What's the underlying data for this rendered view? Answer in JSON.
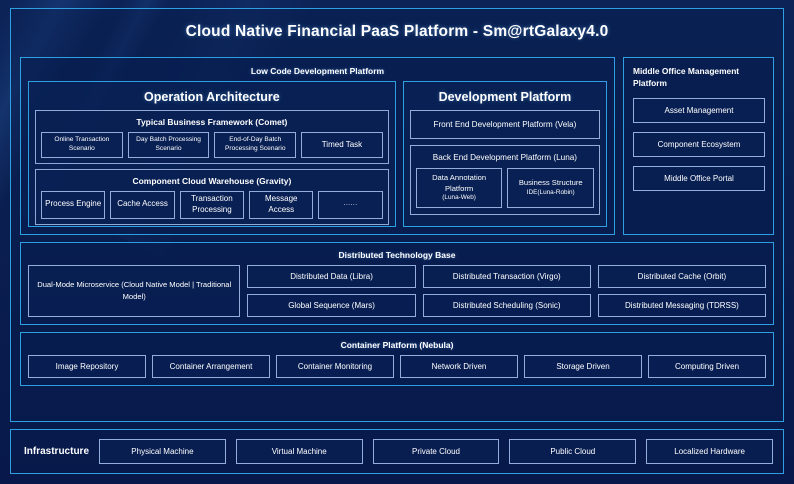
{
  "title": "Cloud Native Financial PaaS Platform - Sm@rtGalaxy4.0",
  "colors": {
    "frame_border": "#2e9fe0",
    "chip_border": "#93aedb",
    "background": "#0a1e4f",
    "text": "#ffffff"
  },
  "low_code": {
    "title": "Low Code Development Platform",
    "operation_architecture": {
      "title": "Operation Architecture",
      "groups": [
        {
          "title": "Typical Business Framework (Comet)",
          "items": [
            "Online Transaction Scenario",
            "Day Batch Processing Scenario",
            "End-of-Day Batch Processing Scenario",
            "Timed Task"
          ]
        },
        {
          "title": "Component Cloud Warehouse (Gravity)",
          "items": [
            "Process Engine",
            "Cache Access",
            "Transaction Processing",
            "Message Access",
            "......"
          ]
        }
      ]
    },
    "development_platform": {
      "title": "Development Platform",
      "front_end": "Front End Development Platform (Vela)",
      "back_end": {
        "title": "Back End Development Platform (Luna)",
        "items": [
          {
            "name": "Data Annotation Platform",
            "sub": "(Luna-Web)"
          },
          {
            "name": "Business Structure",
            "sub": "IDE(Luna-Robin)"
          }
        ]
      }
    }
  },
  "middle_office": {
    "title": "Middle Office Management Platform",
    "items": [
      "Asset Management",
      "Component Ecosystem",
      "Middle Office Portal"
    ]
  },
  "distributed_technology_base": {
    "title": "Distributed Technology Base",
    "dual_mode": "Dual-Mode Microservice (Cloud Native Model | Traditional Model)",
    "columns": [
      [
        "Distributed Data (Libra)",
        "Global Sequence (Mars)"
      ],
      [
        "Distributed Transaction (Virgo)",
        "Distributed Scheduling (Sonic)"
      ],
      [
        "Distributed Cache (Orbit)",
        "Distributed Messaging (TDRSS)"
      ]
    ]
  },
  "container_platform": {
    "title": "Container Platform (Nebula)",
    "items": [
      "Image Repository",
      "Container Arrangement",
      "Container Monitoring",
      "Network Driven",
      "Storage Driven",
      "Computing Driven"
    ]
  },
  "infrastructure": {
    "label": "Infrastructure",
    "items": [
      "Physical Machine",
      "Virtual Machine",
      "Private Cloud",
      "Public Cloud",
      "Localized Hardware"
    ]
  }
}
